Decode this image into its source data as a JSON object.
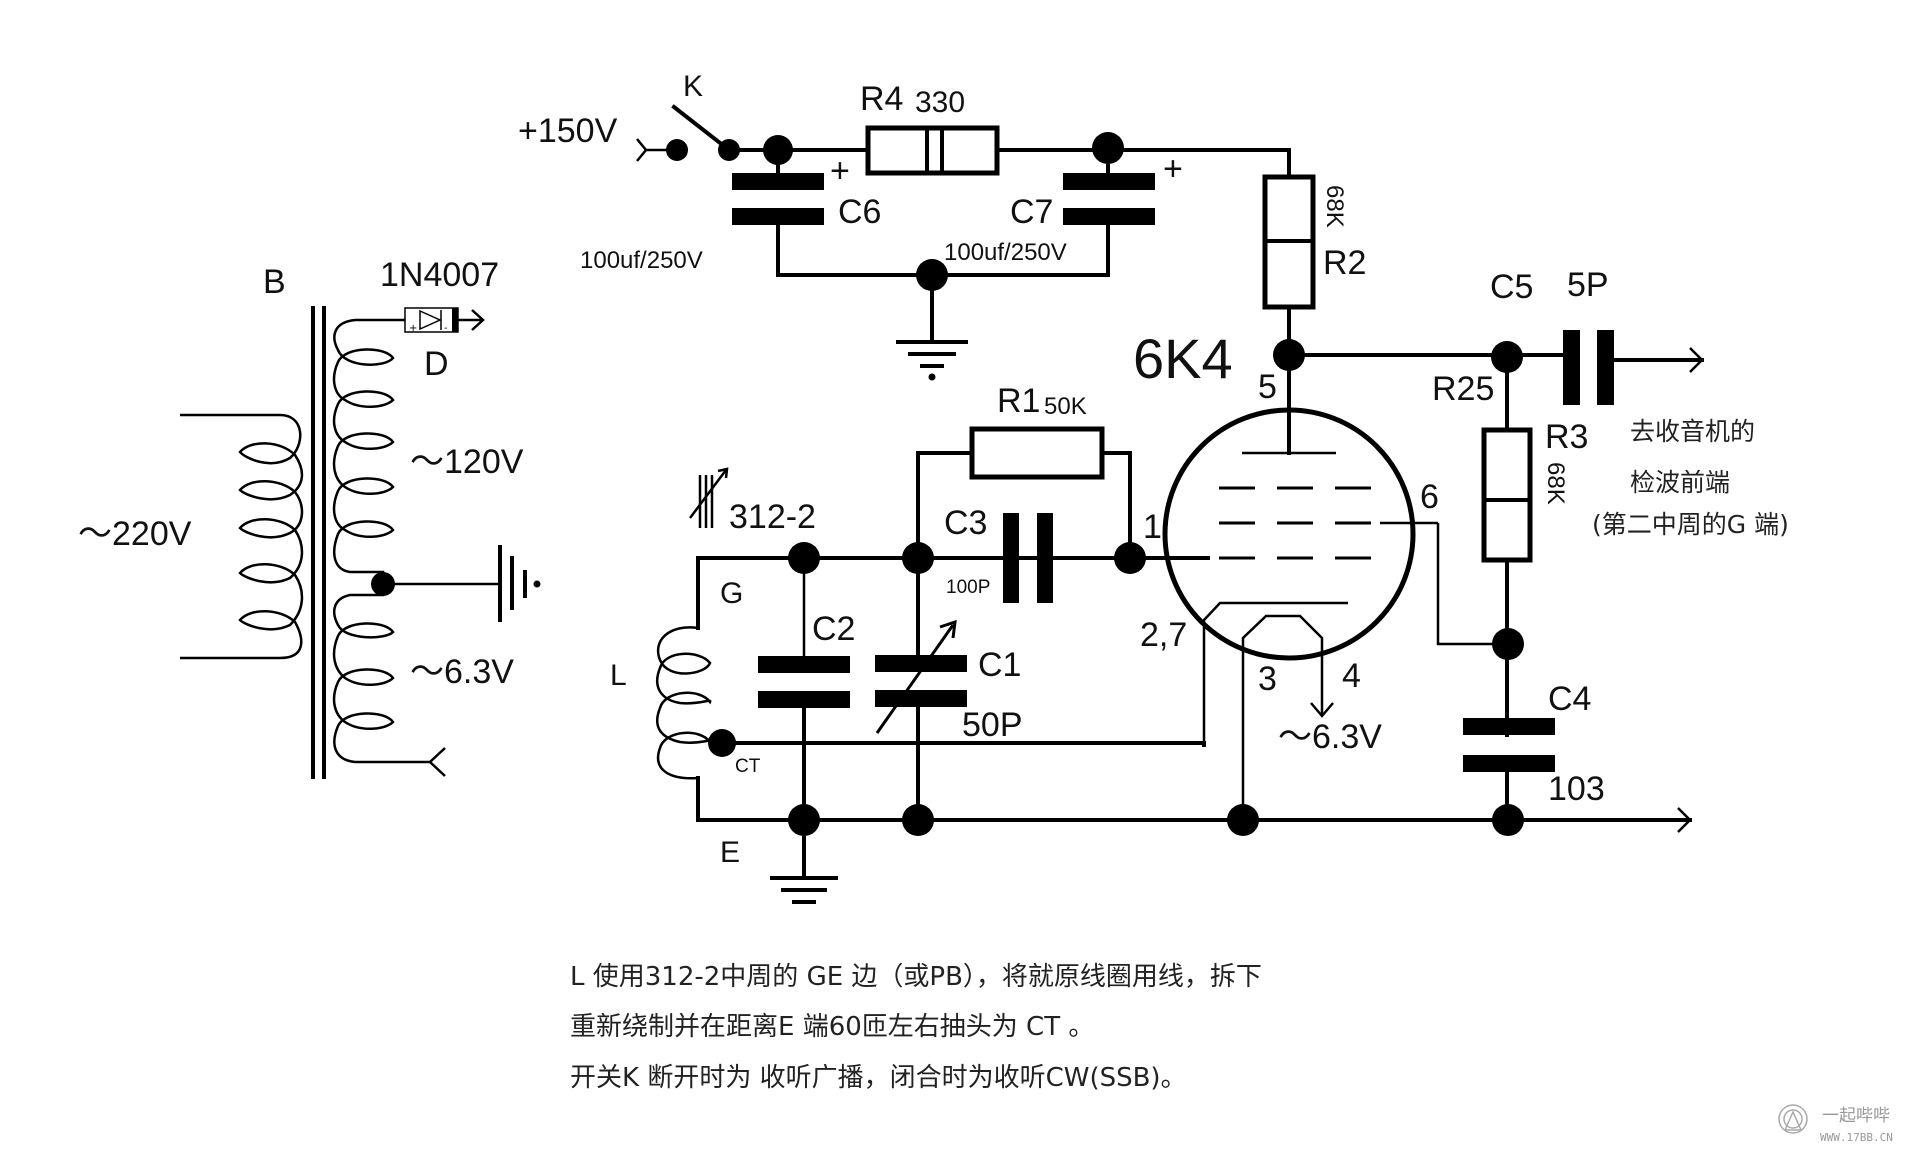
{
  "transformer": {
    "name": "B",
    "primary_label": "～220V",
    "secondary_hv_label": "～120V",
    "secondary_lv_label": "～6.3V"
  },
  "diode": {
    "part": "1N4007",
    "ref": "D"
  },
  "supply": {
    "voltage": "+150V",
    "switch_ref": "K"
  },
  "components": {
    "R4": {
      "ref": "R4",
      "value": "330"
    },
    "C6": {
      "ref": "C6",
      "value": "100uf/250V",
      "polarity": "+"
    },
    "C7": {
      "ref": "C7",
      "value": "100uf/250V",
      "polarity": "+"
    },
    "R2": {
      "ref": "R2",
      "value": "68K"
    },
    "R1": {
      "ref": "R1",
      "value": "50K"
    },
    "C3": {
      "ref": "C3",
      "value": "100P"
    },
    "C2": {
      "ref": "C2"
    },
    "C1": {
      "ref": "C1",
      "value": "50P"
    },
    "C5": {
      "ref": "C5",
      "value": "5P"
    },
    "R25": {
      "ref": "R25"
    },
    "R3": {
      "ref": "R3",
      "value": "68K"
    },
    "C4": {
      "ref": "C4",
      "value": "103"
    },
    "coil": {
      "ref": "L",
      "ifc": "312-2",
      "tap_g": "G",
      "tap_e": "E",
      "tap_ct": "CT"
    }
  },
  "tube": {
    "type": "6K4",
    "pins": {
      "grid1": "1",
      "plate": "5",
      "screen": "6",
      "cathode": "2,7",
      "heater_a": "3",
      "heater_b": "4"
    },
    "heater_label": "～6.3V"
  },
  "output_label": [
    "去收音机的",
    "检波前端",
    "(第二中周的G 端)"
  ],
  "notes": [
    "L 使用312-2中周的 GE 边（或PB），将就原线圈用线，拆下",
    "重新绕制并在距离E 端60匝左右抽头为 CT 。",
    "开关K 断开时为 收听广播，闭合时为收听CW(SSB)。"
  ],
  "watermark": {
    "title": "一起哔哔",
    "url": "WWW.17BB.CN"
  }
}
